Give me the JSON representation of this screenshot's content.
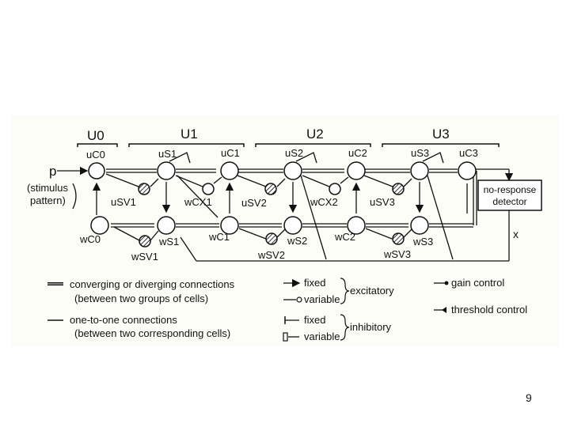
{
  "layers": {
    "u0": "U0",
    "u1": "U1",
    "u2": "U2",
    "u3": "U3"
  },
  "nodes": {
    "uc0": "uC0",
    "us1": "uS1",
    "uc1": "uC1",
    "us2": "uS2",
    "uc2": "uC2",
    "us3": "uS3",
    "uc3": "uC3",
    "usv1": "uSV1",
    "wcx1": "wCX1",
    "usv2": "uSV2",
    "wcx2": "wCX2",
    "usv3": "uSV3",
    "wc0": "wC0",
    "ws1": "wS1",
    "wsv1": "wSV1",
    "wc1": "wC1",
    "ws2": "wS2",
    "wsv2": "wSV2",
    "wc2": "wC2",
    "ws3": "wS3",
    "wsv3": "wSV3"
  },
  "input": {
    "p": "p",
    "stimulus_line1": "(stimulus",
    "stimulus_line2": "pattern)"
  },
  "detector": {
    "line1": "no-response",
    "line2": "detector"
  },
  "x_label": "x",
  "legend": {
    "converging_line1": "converging or diverging connections",
    "converging_line2": "(between two groups of cells)",
    "onetoone_line1": "one-to-one connections",
    "onetoone_line2": "(between two corresponding cells)",
    "fixed": "fixed",
    "variable": "variable",
    "excitatory": "excitatory",
    "inhibitory": "inhibitory",
    "gain_control": "gain control",
    "threshold_control": "threshold control"
  },
  "page_number": "9"
}
